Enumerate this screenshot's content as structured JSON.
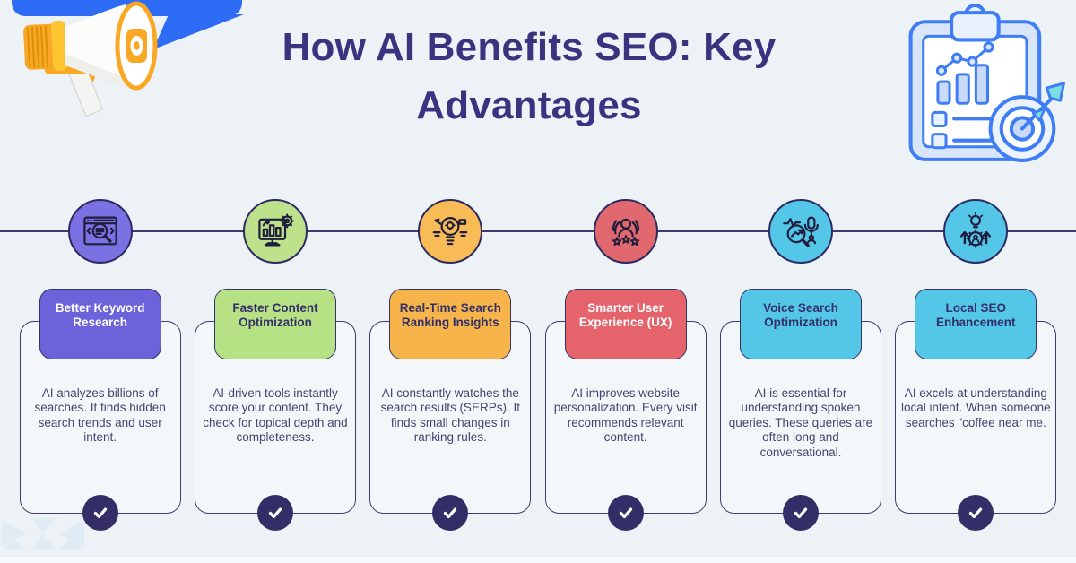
{
  "title": "How AI Benefits SEO: Key Advantages",
  "decorations": {
    "top_left": "megaphone-with-speech-bubble-illustration",
    "top_right": "clipboard-analytics-target-illustration",
    "bottom_left": "geometric-triangle-pattern"
  },
  "colors": {
    "background": "#EDF2F6",
    "title": "#3A3480",
    "body_text": "#45436F",
    "connector_line": "#3E3C6D",
    "card_border": "#3E3C6D",
    "check_circle": "#332E68",
    "speech_bubble_blue": "#2E6CF6",
    "megaphone_orange": "#F9A825",
    "clipboard_blue": "#3F7DF5"
  },
  "columns": [
    {
      "icon": "keyword-research-icon",
      "heading": "Better Keyword Research",
      "body": "AI analyzes billions of searches. It finds hidden search trends and user intent.",
      "accent": "#6C63DB",
      "circle_color": "#7B71E2",
      "heading_text_color": "#FFFFFF"
    },
    {
      "icon": "content-optimization-icon",
      "heading": "Faster Content Optimization",
      "body": "AI-driven tools instantly score your content. They check for topical depth and completeness.",
      "accent": "#B7E185",
      "circle_color": "#BDE28B",
      "heading_text_color": "#332F69"
    },
    {
      "icon": "ranking-insights-icon",
      "heading": "Real-Time Search Ranking Insights",
      "body": "AI constantly watches the search results (SERPs). It finds small changes in ranking rules.",
      "accent": "#F6B44B",
      "circle_color": "#F8BB55",
      "heading_text_color": "#332F69"
    },
    {
      "icon": "user-experience-icon",
      "heading": "Smarter User Experience (UX)",
      "body": "AI improves website personalization. Every visit recommends relevant content.",
      "accent": "#E5646C",
      "circle_color": "#E2686F",
      "heading_text_color": "#FFFFFF"
    },
    {
      "icon": "voice-search-icon",
      "heading": "Voice Search Optimization",
      "body": "AI is essential for understanding spoken queries. These queries are often long and conversational.",
      "accent": "#54C7E9",
      "circle_color": "#54C7E9",
      "heading_text_color": "#332F69"
    },
    {
      "icon": "local-seo-icon",
      "heading": "Local SEO Enhancement",
      "body": "AI excels at understanding local intent. When someone searches \"coffee near me.",
      "accent": "#54C7E9",
      "circle_color": "#54C7E9",
      "heading_text_color": "#332F69"
    }
  ]
}
